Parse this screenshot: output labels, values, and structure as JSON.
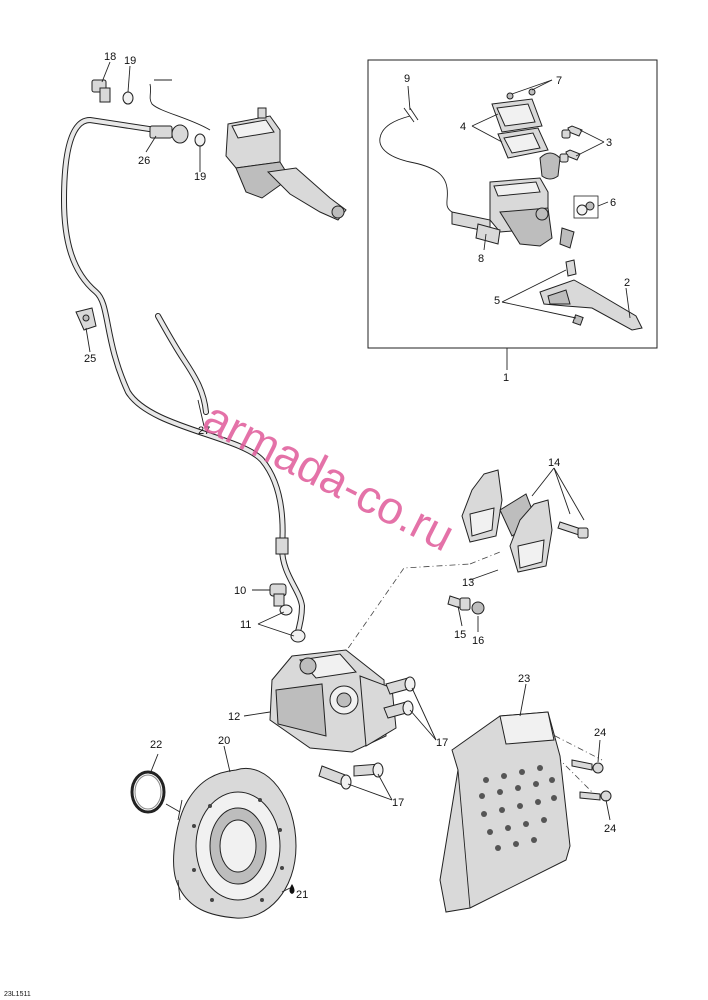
{
  "watermark": "armada-co.ru",
  "diagram_code": "23L1511",
  "callouts": {
    "c1": "1",
    "c2": "2",
    "c3": "3",
    "c4": "4",
    "c5": "5",
    "c6": "6",
    "c7": "7",
    "c8": "8",
    "c9": "9",
    "c10": "10",
    "c11": "11",
    "c12": "12",
    "c13": "13",
    "c14": "14",
    "c15": "15",
    "c16": "16",
    "c17a": "17",
    "c17b": "17",
    "c18": "18",
    "c19a": "19",
    "c19b": "19",
    "c20": "20",
    "c21": "21",
    "c22": "22",
    "c23": "23",
    "c24a": "24",
    "c24b": "24",
    "c25": "25",
    "c26": "26",
    "c27": "27"
  }
}
